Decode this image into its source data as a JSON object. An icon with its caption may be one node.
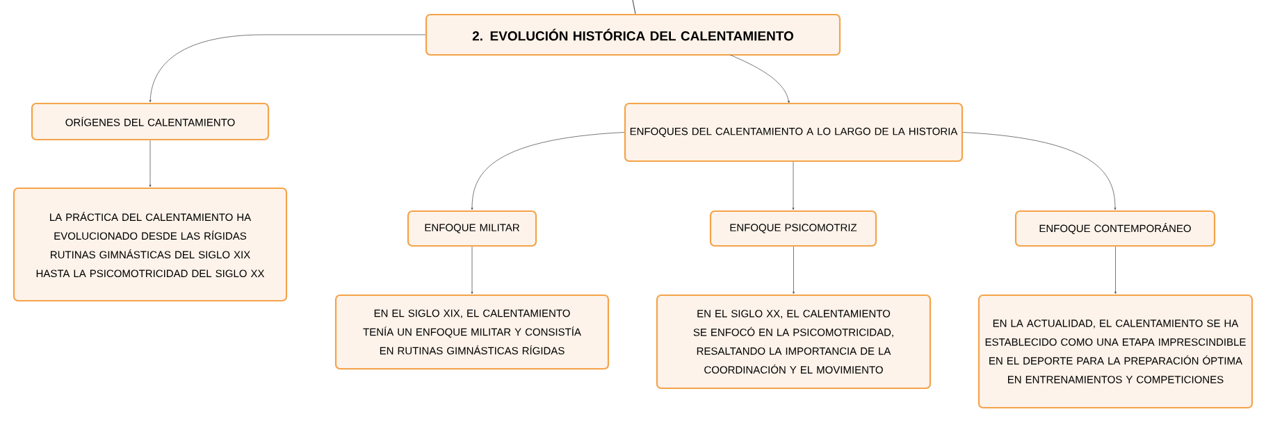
{
  "diagram": {
    "nodes": [
      {
        "text": [
          "2. EVOLUCIÓN HISTÓRICA DEL CALENTAMIENTO"
        ]
      },
      {
        "text": [
          "ORÍGENES DEL CALENTAMIENTO"
        ]
      },
      {
        "text": [
          "ENFOQUES DEL CALENTAMIENTO A LO LARGO DE LA HISTORIA"
        ]
      },
      {
        "text": [
          "LA PRÁCTICA DEL CALENTAMIENTO HA EVOLUCIONADO DESDE LAS RÍGIDAS RUTINAS GIMNÁSTICAS DEL SIGLO XIX HASTA LA PSICOMOTRICIDAD DEL SIGLO XX"
        ]
      },
      {
        "text": [
          "ENFOQUE MILITAR"
        ]
      },
      {
        "text": [
          "ENFOQUE PSICOMOTRIZ"
        ]
      },
      {
        "text": [
          "ENFOQUE CONTEMPORÁNEO"
        ]
      },
      {
        "text": [
          "EN EL SIGLO XIX, EL CALENTAMIENTO TENÍA UN ENFOQUE MILITAR Y CONSISTÍA EN RUTINAS GIMNÁSTICAS RÍGIDAS"
        ]
      },
      {
        "text": [
          "EN EL SIGLO XX, EL CALENTAMIENTO SE ENFOCÓ EN LA PSICOMOTRICIDAD, RESALTANDO LA IMPORTANCIA DE LA COORDINACIÓN Y EL MOVIMIENTO"
        ]
      },
      {
        "text": [
          "EN LA ACTUALIDAD, EL CALENTAMIENTO SE HA ESTABLECIDO COMO UNA ETAPA IMPRESCINDIBLE EN EL DEPORTE PARA LA PREPARACIÓN ÓPTIMA EN ENTRENAMIENTOS Y COMPETICIONES"
        ]
      }
    ],
    "edges": [
      {
        "from": null,
        "to": 0,
        "arrow": "none"
      },
      {
        "from": 0,
        "to": 1,
        "arrow": "to"
      },
      {
        "from": 0,
        "to": 2,
        "arrow": "to"
      },
      {
        "from": 1,
        "to": 3,
        "arrow": "to"
      },
      {
        "from": 2,
        "to": 4,
        "arrow": "to"
      },
      {
        "from": 2,
        "to": 5,
        "arrow": "to"
      },
      {
        "from": 2,
        "to": 6,
        "arrow": "to"
      },
      {
        "from": 4,
        "to": 7,
        "arrow": "to"
      },
      {
        "from": 5,
        "to": 8,
        "arrow": "to"
      },
      {
        "from": 6,
        "to": 9,
        "arrow": "to"
      }
    ]
  }
}
